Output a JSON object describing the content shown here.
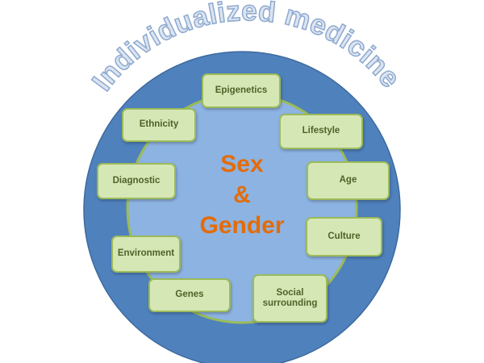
{
  "title": "Individualized medicine",
  "center": {
    "line1": "Sex",
    "line2": "&",
    "line3": "Gender"
  },
  "factors": [
    "Epigenetics",
    "Lifestyle",
    "Ethnicity",
    "Diagnostic",
    "Age",
    "Culture",
    "Environment",
    "Genes",
    "Social\nsurrounding"
  ],
  "colors": {
    "outer_circle": "#4f81bd",
    "inner_circle": "#8db3e2",
    "inner_border": "#9bbb59",
    "box_fill": "#d6e7b6",
    "box_text": "#4f6228",
    "center_text": "#e36c0a",
    "title_fill": "#dbe5f1",
    "title_stroke": "#8ea9cf"
  }
}
